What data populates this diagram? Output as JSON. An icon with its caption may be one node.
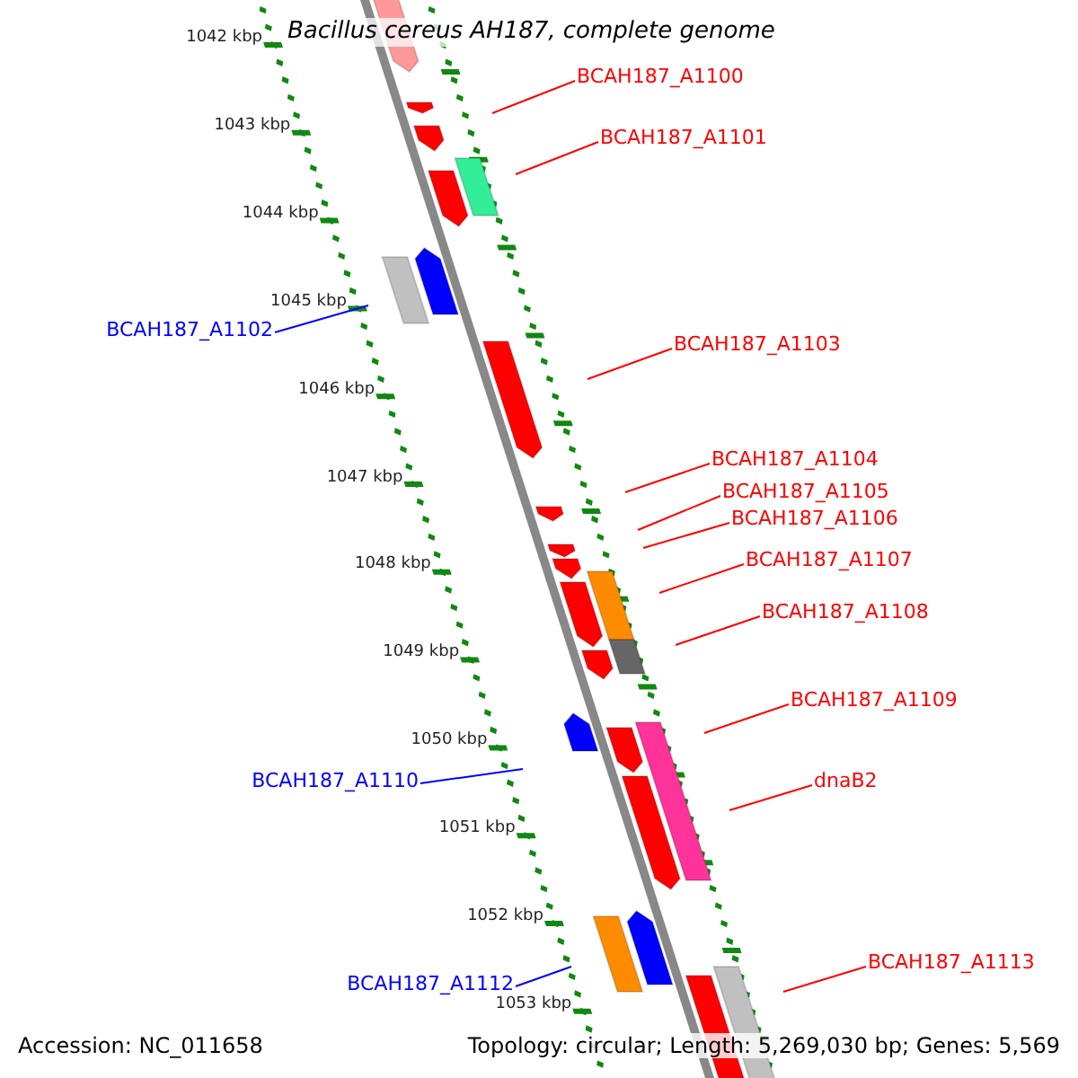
{
  "diagram": {
    "title": "Bacillus cereus AH187, complete genome",
    "nodes": [
      {
        "text": [
          "BCAH187_A1100"
        ]
      },
      {
        "text": [
          "BCAH187_A1101"
        ]
      },
      {
        "text": [
          "BCAH187_A1102"
        ]
      },
      {
        "text": [
          "BCAH187_A1103"
        ]
      },
      {
        "text": [
          "BCAH187_A1104"
        ]
      },
      {
        "text": [
          "BCAH187_A1105"
        ]
      },
      {
        "text": [
          "BCAH187_A1106"
        ]
      },
      {
        "text": [
          "BCAH187_A1107"
        ]
      },
      {
        "text": [
          "BCAH187_A1108"
        ]
      },
      {
        "text": [
          "BCAH187_A1109"
        ]
      },
      {
        "text": [
          "BCAH187_A1110"
        ]
      },
      {
        "text": [
          "dnaB2"
        ]
      },
      {
        "text": [
          "BCAH187_A1112"
        ]
      },
      {
        "text": [
          "BCAH187_A1113"
        ]
      }
    ],
    "edges": [
      {
        "from": 0,
        "to": null,
        "arrow": "none"
      },
      {
        "from": 1,
        "to": null,
        "arrow": "none"
      },
      {
        "from": 2,
        "to": null,
        "arrow": "none",
        "color": "#0000ff"
      },
      {
        "from": 3,
        "to": null,
        "arrow": "none"
      },
      {
        "from": 4,
        "to": null,
        "arrow": "none"
      },
      {
        "from": 5,
        "to": null,
        "arrow": "none"
      },
      {
        "from": 6,
        "to": null,
        "arrow": "none"
      },
      {
        "from": 7,
        "to": null,
        "arrow": "none"
      },
      {
        "from": 8,
        "to": null,
        "arrow": "none"
      },
      {
        "from": 9,
        "to": null,
        "arrow": "none"
      },
      {
        "from": 10,
        "to": null,
        "arrow": "none",
        "color": "#0000ff"
      },
      {
        "from": 11,
        "to": null,
        "arrow": "none"
      },
      {
        "from": 12,
        "to": null,
        "arrow": "none",
        "color": "#0000ff"
      },
      {
        "from": 13,
        "to": null,
        "arrow": "none"
      }
    ],
    "labels": [
      "1042 kbp",
      "1043 kbp",
      "1044 kbp",
      "1045 kbp",
      "1046 kbp",
      "1047 kbp",
      "1048 kbp",
      "1049 kbp",
      "1050 kbp",
      "1051 kbp",
      "1052 kbp",
      "1053 kbp",
      "Accession: NC_011658",
      "Topology: circular; Length: 5,269,030 bp; Genes: 5,569"
    ]
  }
}
